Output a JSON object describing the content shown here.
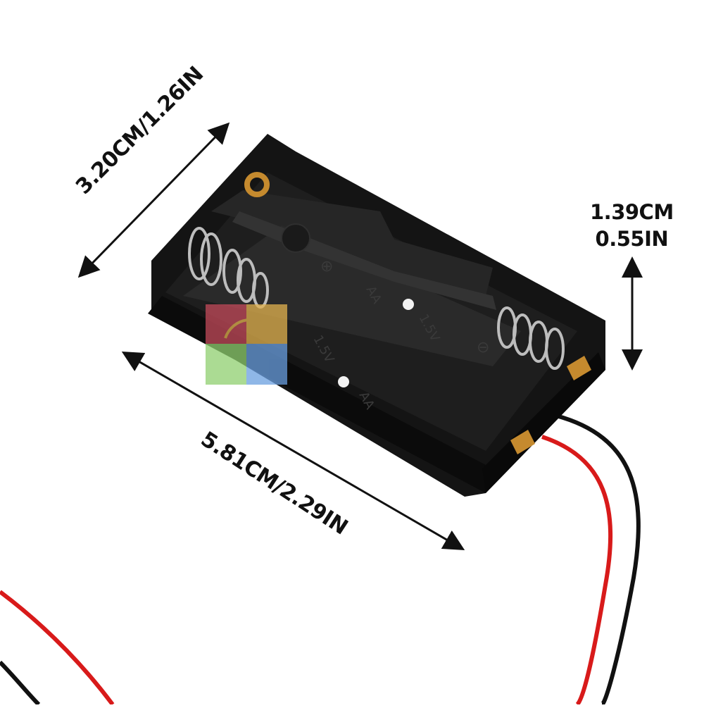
{
  "dimensions": {
    "width_label": "3.20CM/1.26IN",
    "length_label": "5.81CM/2.29IN",
    "height_cm": "1.39CM",
    "height_in": "0.55IN"
  },
  "holder_markings": {
    "voltage_a": "1.5V",
    "cell_a": "AA",
    "voltage_b": "1.5V",
    "cell_b": "AA",
    "plus": "⊕",
    "minus": "⊖"
  },
  "colors": {
    "holder": "#141414",
    "wire_red": "#d81a1a",
    "wire_black": "#111111",
    "contact_brass": "#c58a2e"
  }
}
